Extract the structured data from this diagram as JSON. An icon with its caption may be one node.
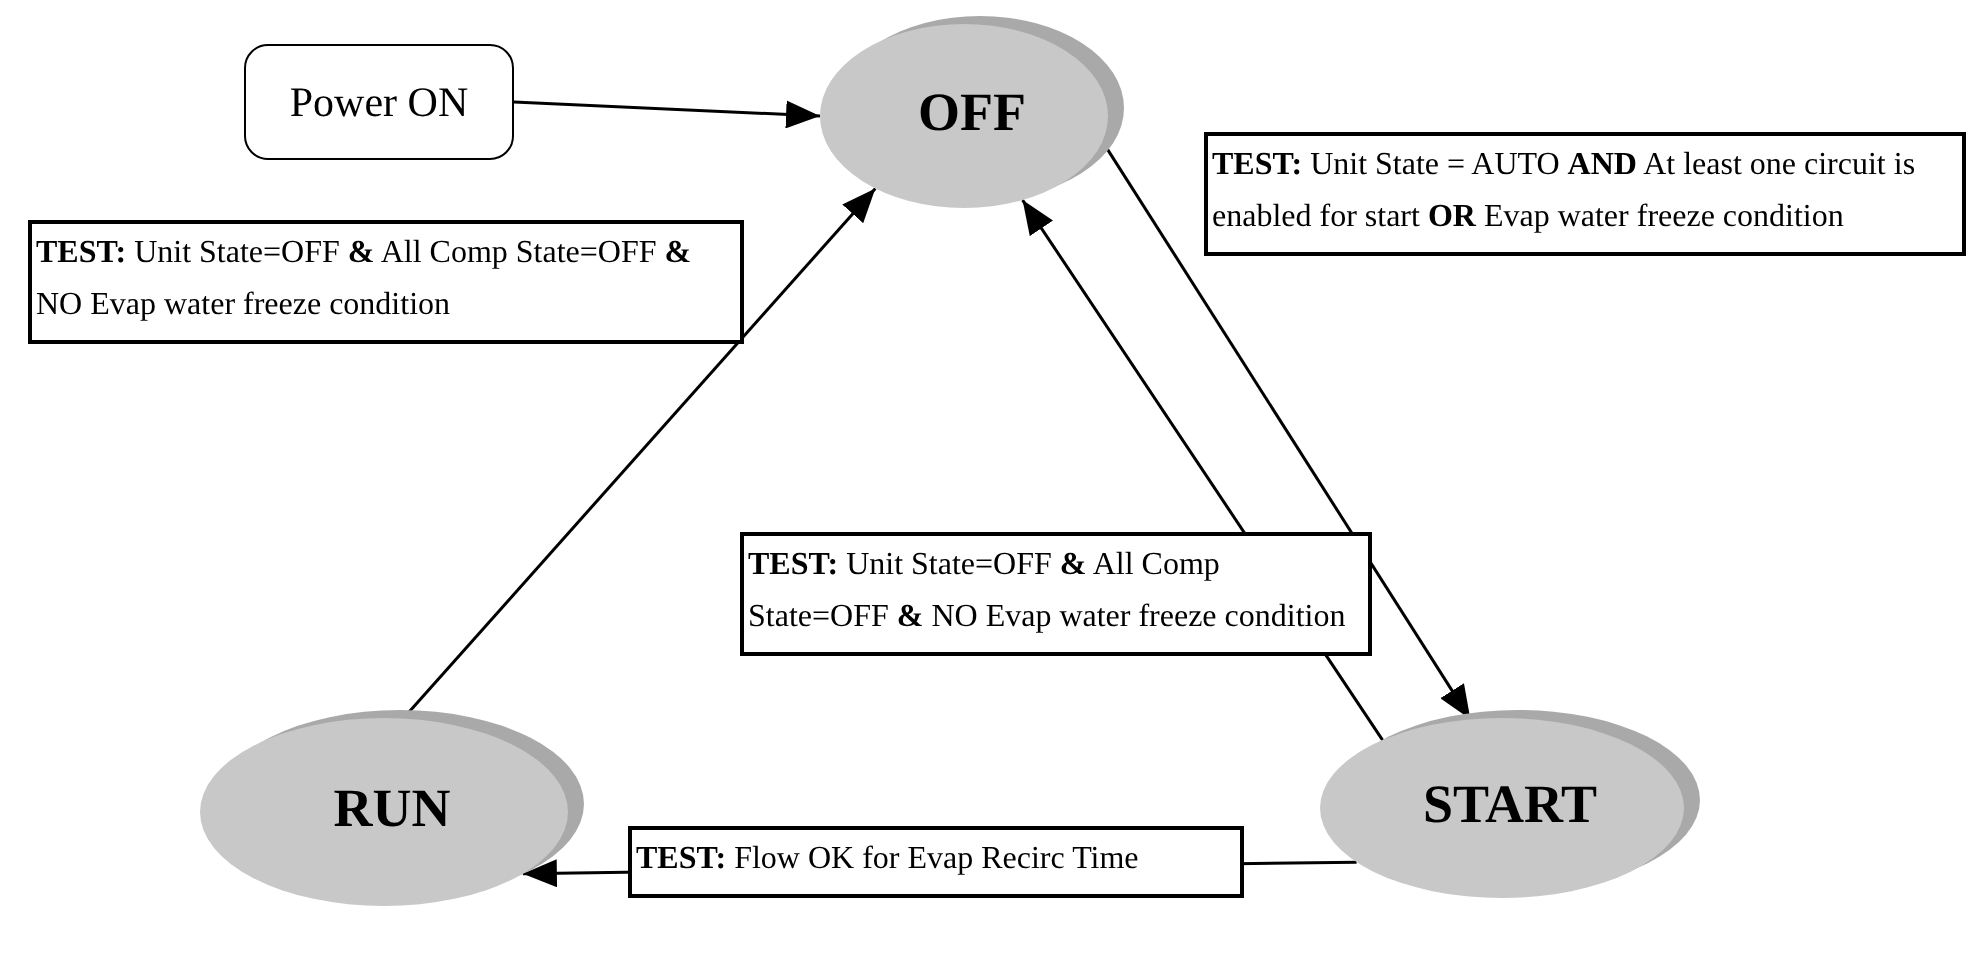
{
  "diagram": {
    "nodes": [
      {
        "text": [
          "Power ON"
        ]
      },
      {
        "text": [
          "OFF"
        ]
      },
      {
        "text": [
          "START"
        ]
      },
      {
        "text": [
          "RUN"
        ]
      }
    ],
    "edges": [
      {
        "from": 0,
        "to": 1,
        "arrow": "to"
      },
      {
        "from": 1,
        "to": 2,
        "arrow": "to",
        "label": "**TEST:** Unit State = AUTO **AND** At least one circuit is enabled for start **OR** Evap water freeze condition"
      },
      {
        "from": 2,
        "to": 1,
        "arrow": "to",
        "label": "**TEST:** Unit State=OFF **&** All Comp State=OFF **&** NO Evap water freeze condition"
      },
      {
        "from": 2,
        "to": 3,
        "arrow": "to",
        "label": "**TEST:** Flow OK for Evap Recirc Time"
      },
      {
        "from": 3,
        "to": 1,
        "arrow": "to",
        "label": "**TEST:** Unit State=OFF **&** All Comp State=OFF **&** NO Evap water freeze condition"
      }
    ]
  }
}
